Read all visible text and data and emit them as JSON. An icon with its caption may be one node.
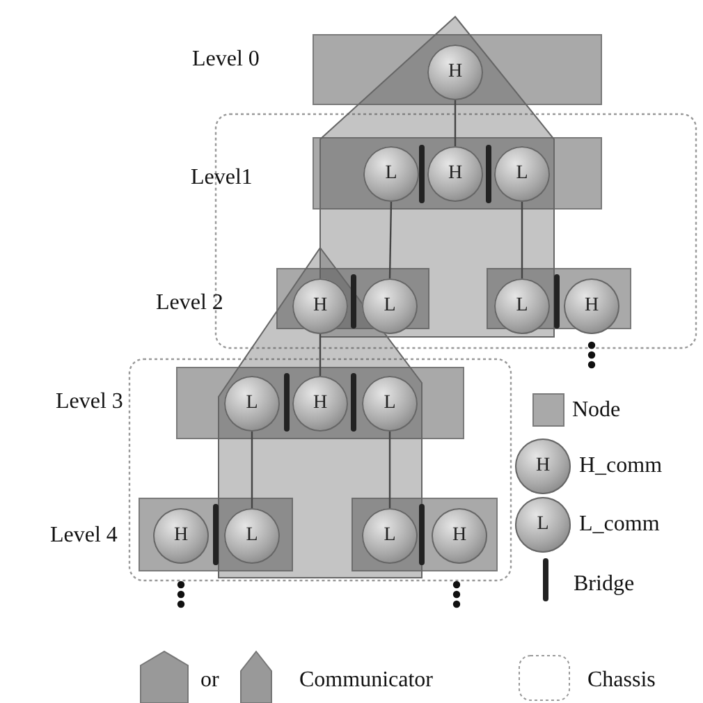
{
  "diagram": {
    "nodes": [
      {
        "text": [
          "H"
        ]
      },
      {
        "text": [
          "L"
        ]
      },
      {
        "text": [
          "H"
        ]
      },
      {
        "text": [
          "L"
        ]
      },
      {
        "text": [
          "H"
        ]
      },
      {
        "text": [
          "L"
        ]
      },
      {
        "text": [
          "L"
        ]
      },
      {
        "text": [
          "H"
        ]
      },
      {
        "text": [
          "L"
        ]
      },
      {
        "text": [
          "H"
        ]
      },
      {
        "text": [
          "L"
        ]
      },
      {
        "text": [
          "H"
        ]
      },
      {
        "text": [
          "L"
        ]
      },
      {
        "text": [
          "L"
        ]
      },
      {
        "text": [
          "H"
        ]
      }
    ],
    "edges": [
      {
        "from": 0,
        "to": 2,
        "arrow": "none"
      },
      {
        "from": 1,
        "to": 5,
        "arrow": "none"
      },
      {
        "from": 3,
        "to": 6,
        "arrow": "none"
      },
      {
        "from": 4,
        "to": 9,
        "arrow": "none"
      },
      {
        "from": 8,
        "to": 12,
        "arrow": "none"
      },
      {
        "from": 10,
        "to": 13,
        "arrow": "none"
      }
    ],
    "labels": [
      "Level 0",
      "Level1",
      "Level 2",
      "Level 3",
      "H",
      "L",
      "Level 4",
      "or"
    ],
    "legend": [
      {
        "text": "Node",
        "color": "#a9a9a9"
      },
      {
        "text": "H_comm"
      },
      {
        "text": "L_comm"
      },
      {
        "text": "Bridge"
      },
      {
        "text": "Communicator"
      },
      {
        "text": "Chassis"
      }
    ]
  }
}
